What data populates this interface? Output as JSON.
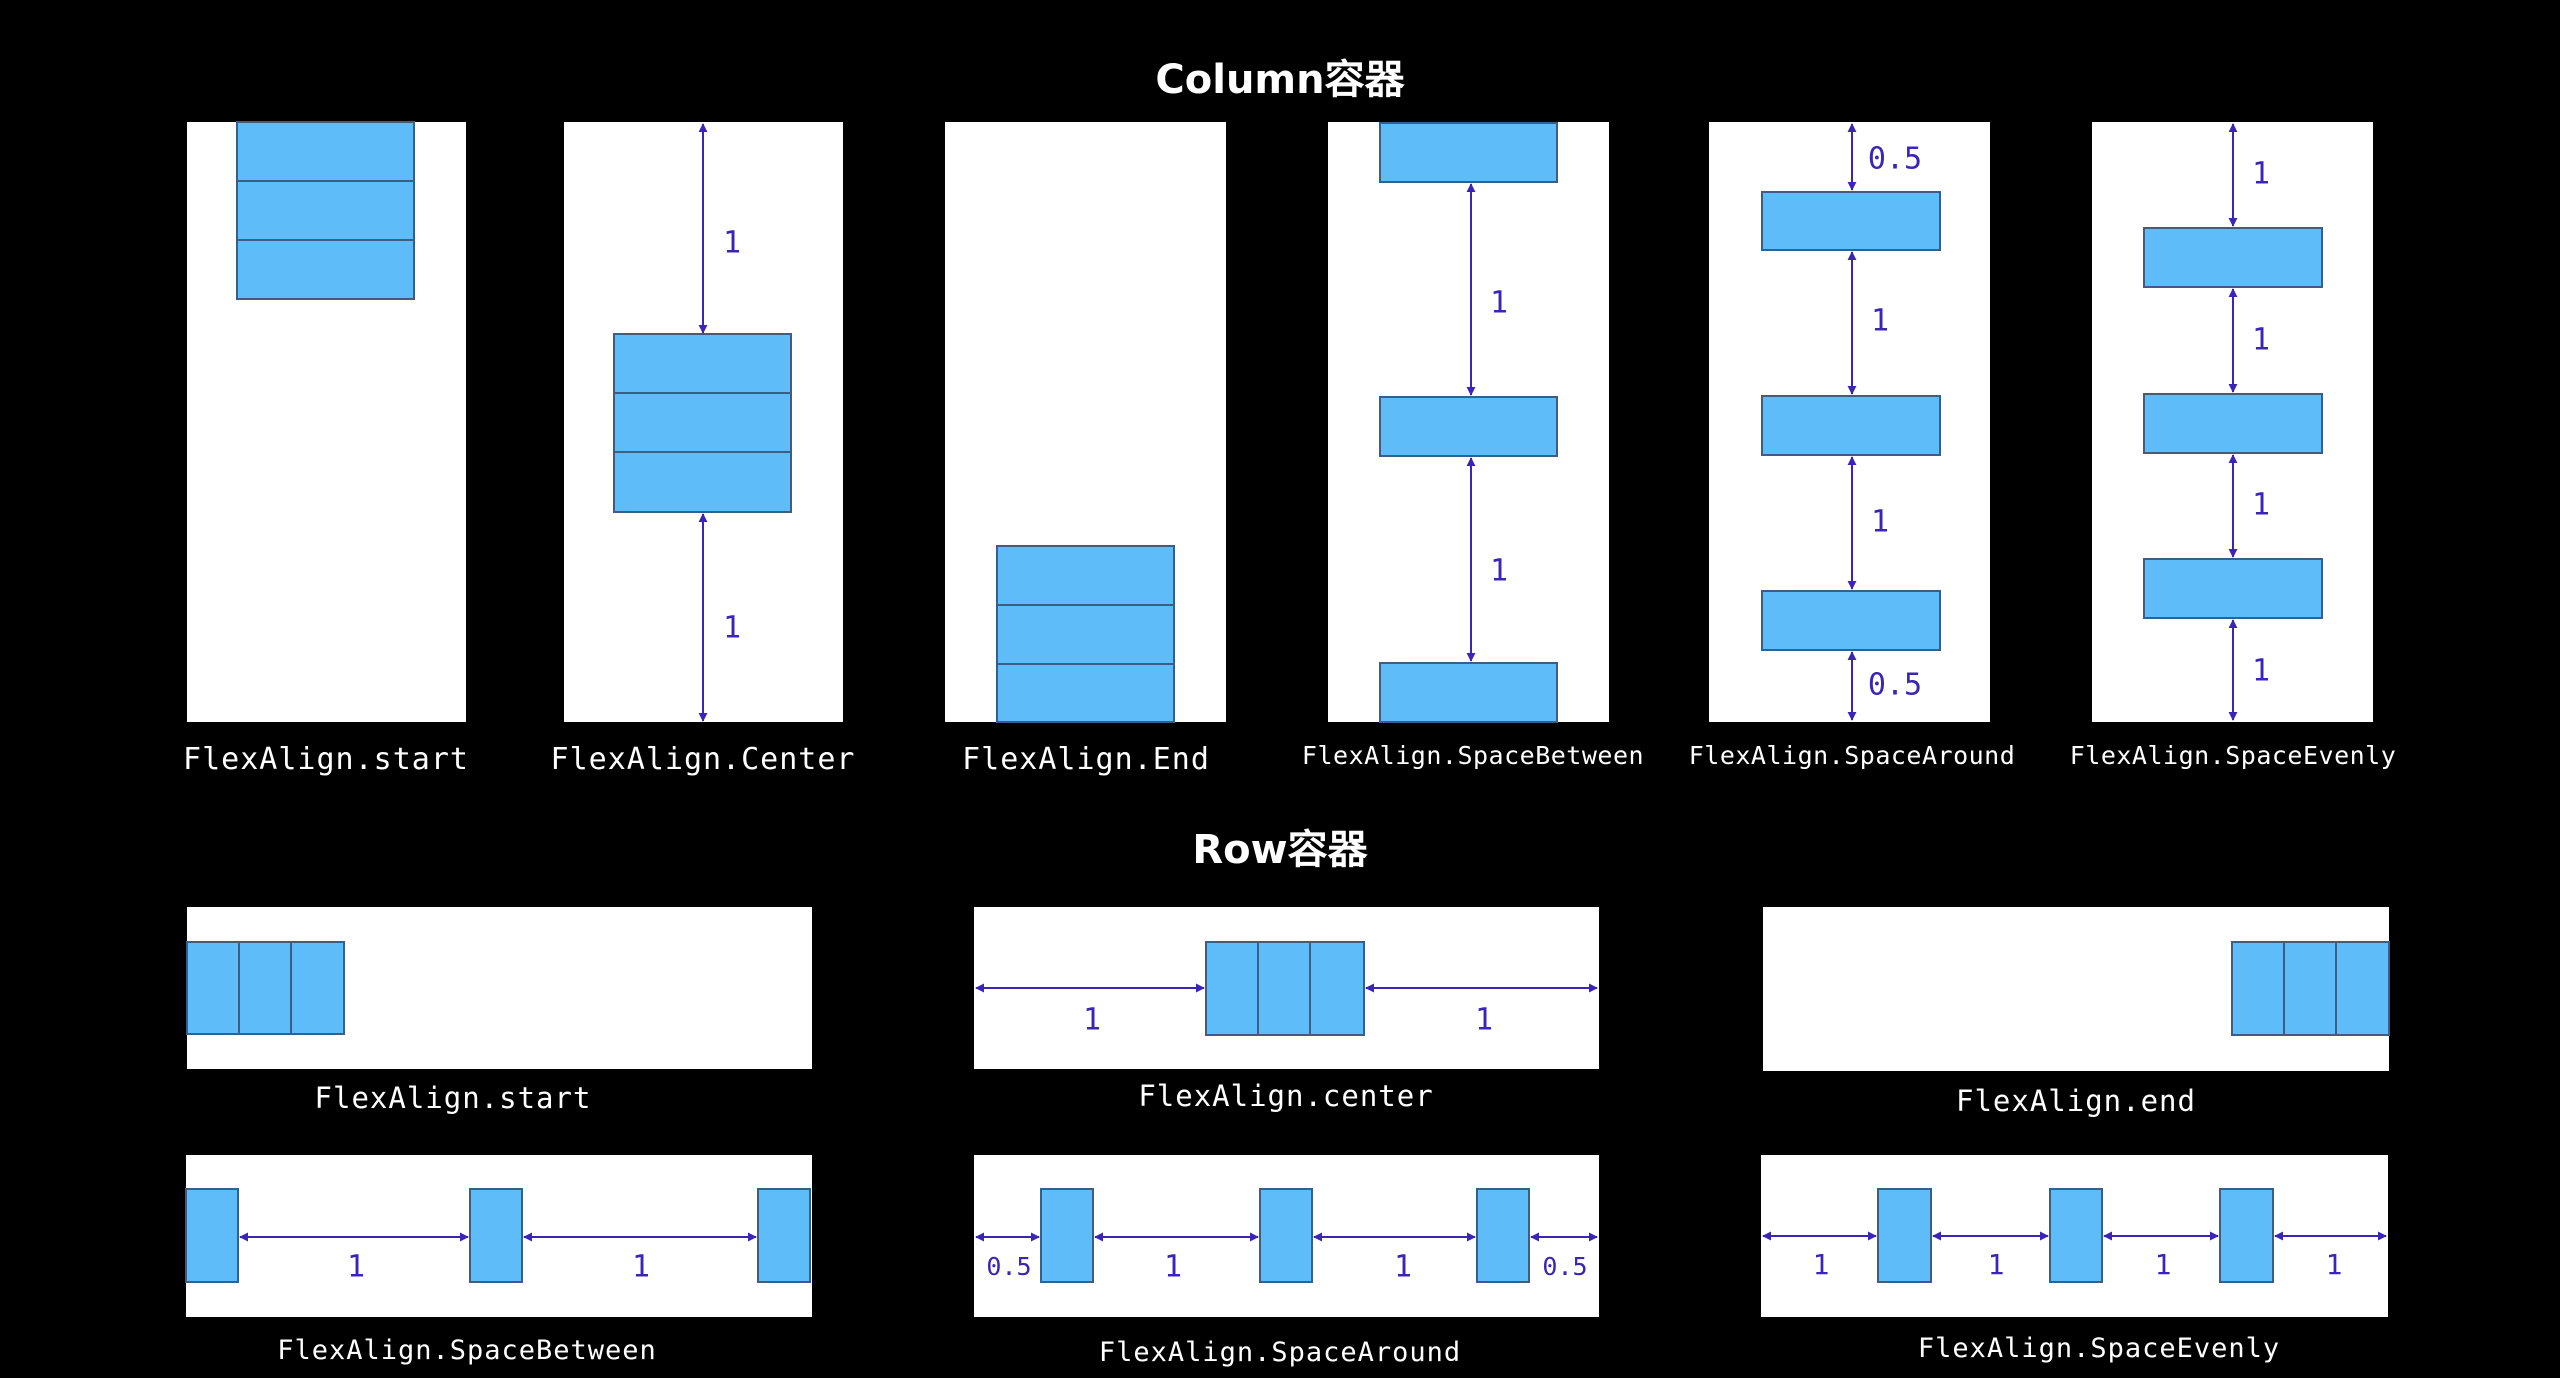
{
  "column_section": {
    "title": "Column容器",
    "panels": [
      {
        "caption": "FlexAlign.start",
        "labels": []
      },
      {
        "caption": "FlexAlign.Center",
        "labels": [
          "1",
          "1"
        ]
      },
      {
        "caption": "FlexAlign.End",
        "labels": []
      },
      {
        "caption": "FlexAlign.SpaceBetween",
        "labels": [
          "1",
          "1"
        ]
      },
      {
        "caption": "FlexAlign.SpaceAround",
        "labels": [
          "0.5",
          "1",
          "1",
          "0.5"
        ]
      },
      {
        "caption": "FlexAlign.SpaceEvenly",
        "labels": [
          "1",
          "1",
          "1",
          "1"
        ]
      }
    ]
  },
  "row_section": {
    "title": "Row容器",
    "panels": [
      {
        "caption": "FlexAlign.start",
        "labels": []
      },
      {
        "caption": "FlexAlign.center",
        "labels": [
          "1",
          "1"
        ]
      },
      {
        "caption": "FlexAlign.end",
        "labels": []
      },
      {
        "caption": "FlexAlign.SpaceBetween",
        "labels": [
          "1",
          "1"
        ]
      },
      {
        "caption": "FlexAlign.SpaceAround",
        "labels": [
          "0.5",
          "1",
          "1",
          "0.5"
        ]
      },
      {
        "caption": "FlexAlign.SpaceEvenly",
        "labels": [
          "1",
          "1",
          "1",
          "1"
        ]
      }
    ]
  },
  "colors": {
    "background": "#000000",
    "panel": "#ffffff",
    "box_fill": "#5ebcf9",
    "box_stroke": "#3a5e86",
    "arrow": "#3b25b8",
    "label": "#3b25b8"
  }
}
